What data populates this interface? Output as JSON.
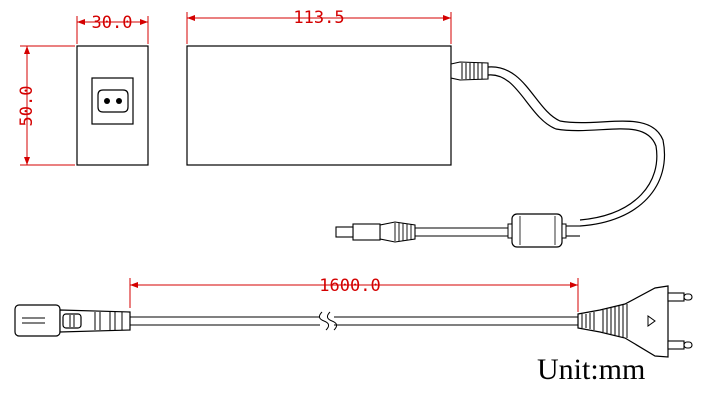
{
  "dimensions": {
    "width": "30.0",
    "height": "50.0",
    "length": "113.5",
    "cable_length": "1600.0"
  },
  "unit_label": "Unit:mm",
  "colors": {
    "dimension": "#d40000",
    "outline": "#000000",
    "background": "#ffffff"
  }
}
